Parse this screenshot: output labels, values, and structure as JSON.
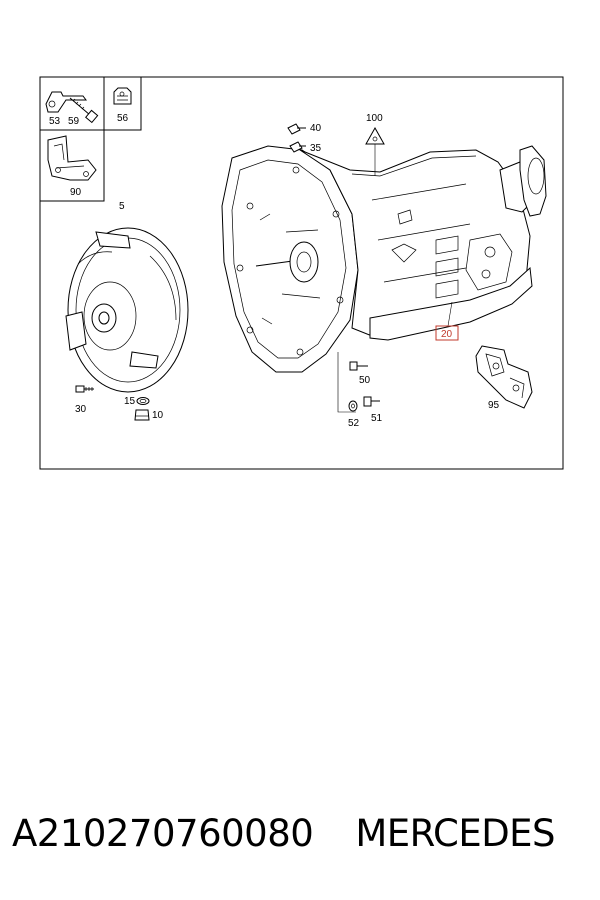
{
  "callouts": {
    "c53": "53",
    "c59": "59",
    "c56": "56",
    "c90": "90",
    "c5": "5",
    "c30": "30",
    "c15": "15",
    "c10": "10",
    "c100": "100",
    "c40": "40",
    "c35": "35",
    "c50": "50",
    "c52": "52",
    "c51": "51",
    "c20": "20",
    "c95": "95"
  },
  "highlight_color": "#c0392b",
  "caption": {
    "part_number": "A210270760080",
    "brand": "MERCEDES"
  }
}
